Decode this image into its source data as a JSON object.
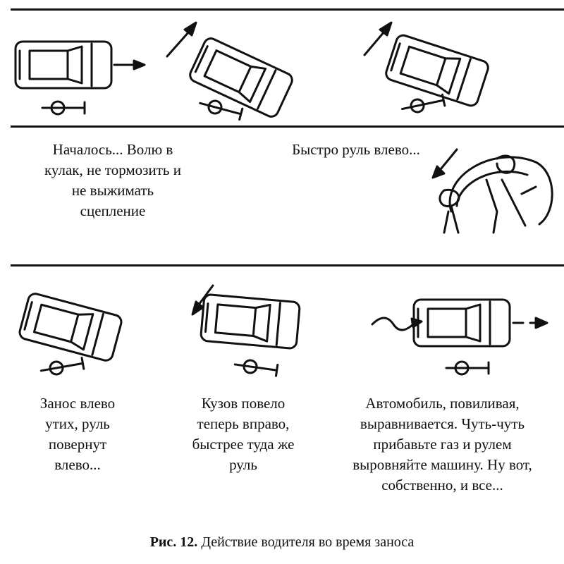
{
  "panels_top": {
    "caption_1": "Началось... Волю в\nкулак, не тормозить и\nне выжимать\nсцепление",
    "caption_2": "Быстро руль влево..."
  },
  "panels_bottom": {
    "caption_1": "Занос влево\nутих, руль\nповернут\nвлево...",
    "caption_2": "Кузов повело\nтеперь вправо,\nбыстрее туда же\nруль",
    "caption_3": "Автомобиль, повиливая,\nвыравнивается. Чуть-чуть\nприбавьте газ и рулем\nвыровняйте машину. Ну вот,\nсобственно, и все..."
  },
  "figure": {
    "label": "Рис. 12.",
    "title": "Действие водителя во время заноса"
  },
  "colors": {
    "ink": "#111111",
    "paper": "#ffffff"
  }
}
